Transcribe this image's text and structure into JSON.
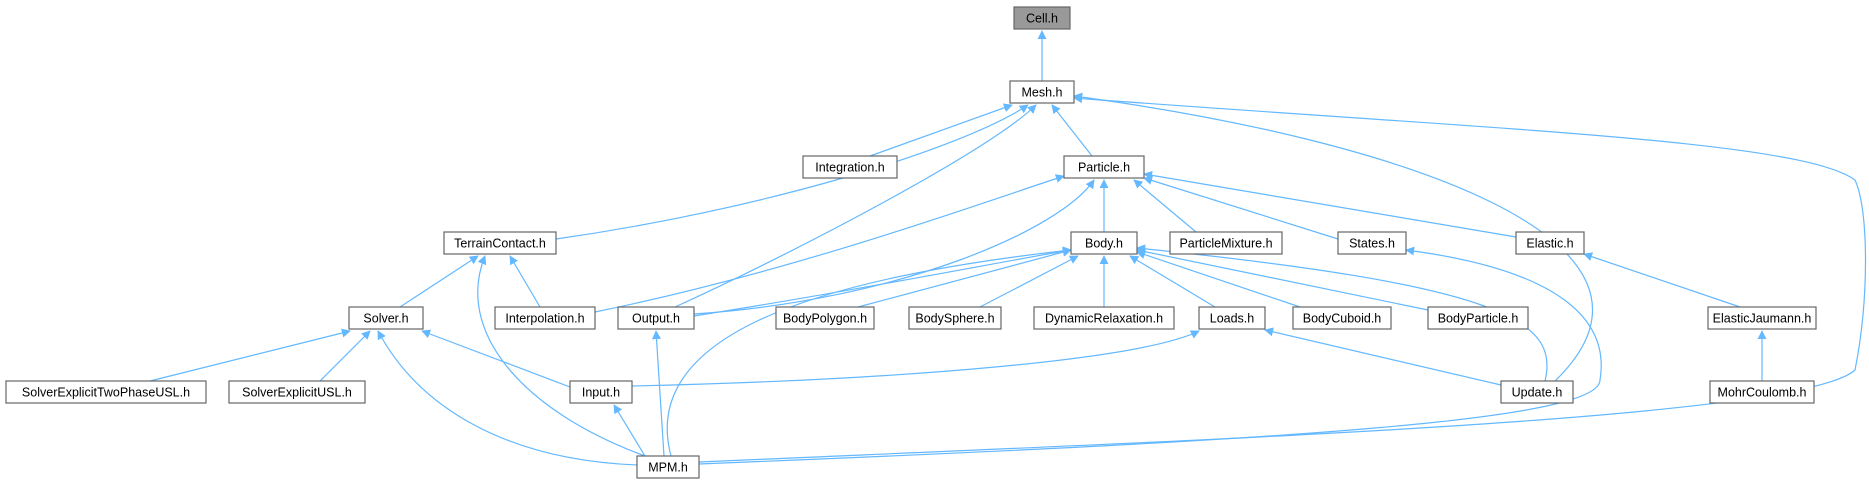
{
  "diagram": {
    "type": "include-dependency-graph",
    "edge_color": "#63b8ff",
    "node_border_color": "#666666",
    "root_fill_color": "#999999",
    "nodes": [
      {
        "id": "cell",
        "label": "Cell.h",
        "root": true
      },
      {
        "id": "mesh",
        "label": "Mesh.h"
      },
      {
        "id": "integration",
        "label": "Integration.h"
      },
      {
        "id": "particle",
        "label": "Particle.h"
      },
      {
        "id": "terraincontact",
        "label": "TerrainContact.h"
      },
      {
        "id": "body",
        "label": "Body.h"
      },
      {
        "id": "particlemixture",
        "label": "ParticleMixture.h"
      },
      {
        "id": "states",
        "label": "States.h"
      },
      {
        "id": "elastic",
        "label": "Elastic.h"
      },
      {
        "id": "solver",
        "label": "Solver.h"
      },
      {
        "id": "interpolation",
        "label": "Interpolation.h"
      },
      {
        "id": "output",
        "label": "Output.h"
      },
      {
        "id": "bodypolygon",
        "label": "BodyPolygon.h"
      },
      {
        "id": "bodysphere",
        "label": "BodySphere.h"
      },
      {
        "id": "dynamicrelaxation",
        "label": "DynamicRelaxation.h"
      },
      {
        "id": "loads",
        "label": "Loads.h"
      },
      {
        "id": "bodycuboid",
        "label": "BodyCuboid.h"
      },
      {
        "id": "bodyparticle",
        "label": "BodyParticle.h"
      },
      {
        "id": "elasticjaumann",
        "label": "ElasticJaumann.h"
      },
      {
        "id": "solvertwophase",
        "label": "SolverExplicitTwoPhaseUSL.h"
      },
      {
        "id": "solverusl",
        "label": "SolverExplicitUSL.h"
      },
      {
        "id": "input",
        "label": "Input.h"
      },
      {
        "id": "update",
        "label": "Update.h"
      },
      {
        "id": "mohrcoulomb",
        "label": "MohrCoulomb.h"
      },
      {
        "id": "mpm",
        "label": "MPM.h"
      }
    ],
    "edges": [
      {
        "from": "mesh",
        "to": "cell"
      },
      {
        "from": "integration",
        "to": "mesh"
      },
      {
        "from": "particle",
        "to": "mesh"
      },
      {
        "from": "terraincontact",
        "to": "mesh"
      },
      {
        "from": "output",
        "to": "mesh"
      },
      {
        "from": "update",
        "to": "mesh"
      },
      {
        "from": "mpm",
        "to": "mesh"
      },
      {
        "from": "body",
        "to": "particle"
      },
      {
        "from": "particlemixture",
        "to": "particle"
      },
      {
        "from": "states",
        "to": "particle"
      },
      {
        "from": "elastic",
        "to": "particle"
      },
      {
        "from": "interpolation",
        "to": "particle"
      },
      {
        "from": "output",
        "to": "particle"
      },
      {
        "from": "solver",
        "to": "terraincontact"
      },
      {
        "from": "interpolation",
        "to": "terraincontact"
      },
      {
        "from": "mpm",
        "to": "terraincontact"
      },
      {
        "from": "output",
        "to": "body"
      },
      {
        "from": "bodypolygon",
        "to": "body"
      },
      {
        "from": "bodysphere",
        "to": "body"
      },
      {
        "from": "dynamicrelaxation",
        "to": "body"
      },
      {
        "from": "loads",
        "to": "body"
      },
      {
        "from": "bodycuboid",
        "to": "body"
      },
      {
        "from": "bodyparticle",
        "to": "body"
      },
      {
        "from": "update",
        "to": "body"
      },
      {
        "from": "mpm",
        "to": "body"
      },
      {
        "from": "mpm",
        "to": "states"
      },
      {
        "from": "elasticjaumann",
        "to": "elastic"
      },
      {
        "from": "mohrcoulomb",
        "to": "elasticjaumann"
      },
      {
        "from": "solvertwophase",
        "to": "solver"
      },
      {
        "from": "solverusl",
        "to": "solver"
      },
      {
        "from": "input",
        "to": "solver"
      },
      {
        "from": "mpm",
        "to": "solver"
      },
      {
        "from": "input",
        "to": "loads"
      },
      {
        "from": "update",
        "to": "loads"
      },
      {
        "from": "mpm",
        "to": "output"
      },
      {
        "from": "mpm",
        "to": "input"
      }
    ]
  }
}
